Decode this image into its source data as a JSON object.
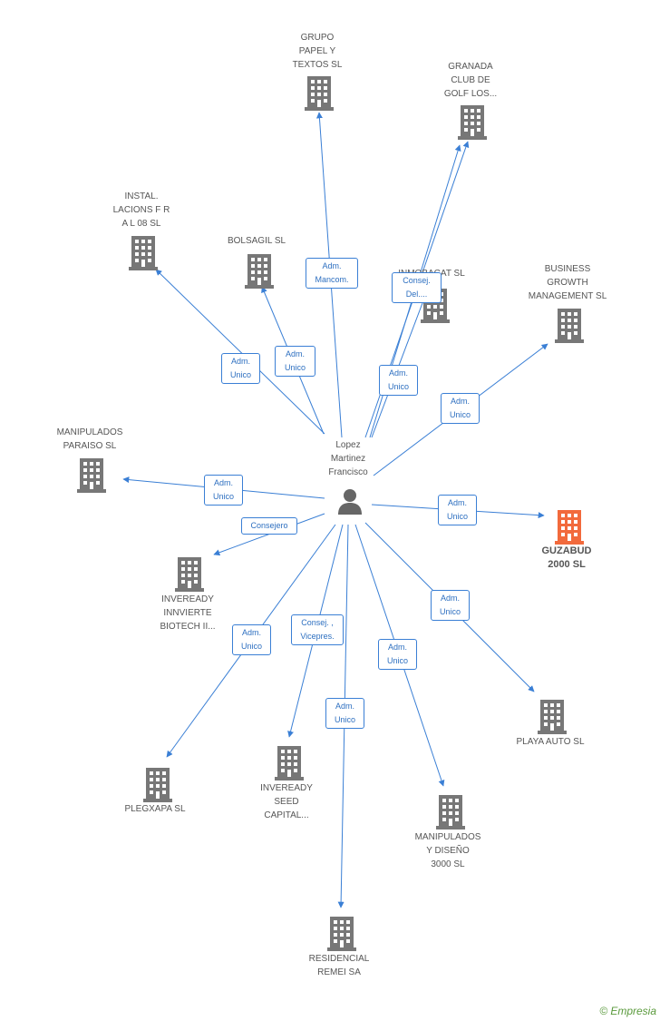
{
  "person": {
    "name": "Lopez\nMartinez\nFrancisco"
  },
  "colors": {
    "edge": "#3a7fd5",
    "building": "#777777",
    "focus_building": "#f26a3c"
  },
  "nodes": [
    {
      "id": "grupo",
      "label": "GRUPO\nPAPEL Y\nTEXTOS  SL",
      "focus": false
    },
    {
      "id": "granada",
      "label": "GRANADA\nCLUB DE\nGOLF LOS...",
      "focus": false
    },
    {
      "id": "instal",
      "label": "INSTAL.\nLACIONS F R\nA L 08 SL",
      "focus": false
    },
    {
      "id": "bolsagil",
      "label": "BOLSAGIL SL",
      "focus": false
    },
    {
      "id": "inmobacat",
      "label": "INMOBACAT SL",
      "focus": false
    },
    {
      "id": "business",
      "label": "BUSINESS\nGROWTH\nMANAGEMENT SL",
      "focus": false
    },
    {
      "id": "manipparaiso",
      "label": "MANIPULADOS\nPARAISO SL",
      "focus": false
    },
    {
      "id": "guzabud",
      "label": "GUZABUD\n2000 SL",
      "focus": true
    },
    {
      "id": "inveready_biotech",
      "label": "INVEREADY\nINNVIERTE\nBIOTECH II...",
      "focus": false
    },
    {
      "id": "playa",
      "label": "PLAYA AUTO SL",
      "focus": false
    },
    {
      "id": "plegxapa",
      "label": "PLEGXAPA SL",
      "focus": false
    },
    {
      "id": "inveready_seed",
      "label": "INVEREADY\nSEED\nCAPITAL...",
      "focus": false
    },
    {
      "id": "manipdiseno",
      "label": "MANIPULADOS\nY DISEÑO\n3000  SL",
      "focus": false
    },
    {
      "id": "residencial",
      "label": "RESIDENCIAL\nREMEI SA",
      "focus": false
    }
  ],
  "roles": [
    {
      "target": "grupo",
      "label": "Adm.\nMancom."
    },
    {
      "target": "granada",
      "label": "Adm.\nUnico"
    },
    {
      "target": "instal",
      "label": "Adm.\nUnico"
    },
    {
      "target": "bolsagil",
      "label": "Adm.\nUnico"
    },
    {
      "target": "inmobacat",
      "label": "Consej.\nDel...."
    },
    {
      "target": "business",
      "label": "Adm.\nUnico"
    },
    {
      "target": "manipparaiso",
      "label": "Adm.\nUnico"
    },
    {
      "target": "guzabud",
      "label": "Adm.\nUnico"
    },
    {
      "target": "inveready_biotech",
      "label": "Consejero"
    },
    {
      "target": "playa",
      "label": "Adm.\nUnico"
    },
    {
      "target": "plegxapa",
      "label": "Adm.\nUnico"
    },
    {
      "target": "inveready_seed",
      "label": "Consej. ,\nVicepres."
    },
    {
      "target": "manipdiseno",
      "label": "Adm.\nUnico"
    },
    {
      "target": "residencial",
      "label": "Adm.\nUnico"
    }
  ],
  "footer": {
    "copyright": "©",
    "brand": "Empresia"
  }
}
